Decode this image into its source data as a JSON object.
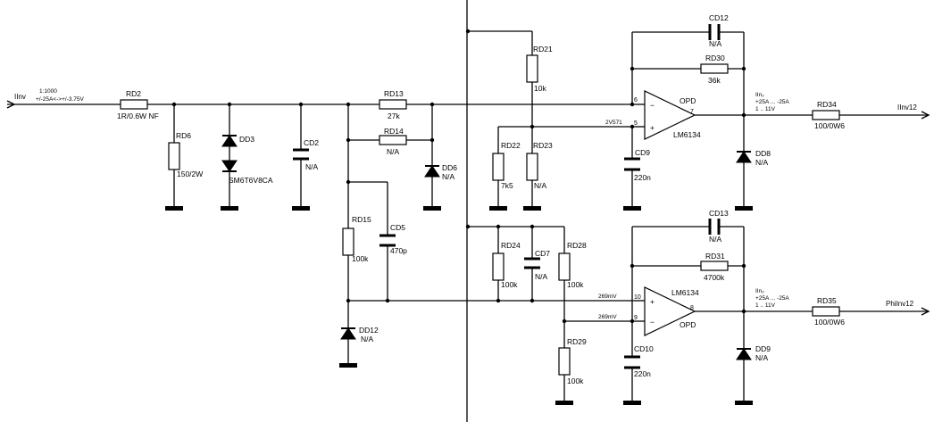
{
  "input": {
    "net": "IInv",
    "note1": "1:1000",
    "note2": "+/-25A<->+/-3.75V"
  },
  "outputs": {
    "out1": "IInv12",
    "out2": "PhiInv12",
    "range1a": "IIn₂",
    "range1b": "+25A ... -25A",
    "range1c": "1 .. 11V",
    "range2a": "IIn₂",
    "range2b": "+25A ... -25A",
    "range2c": "1 .. 11V"
  },
  "nets": {
    "v1": "2V571",
    "v2": "269mV",
    "v3": "269mV"
  },
  "opamps": {
    "u1_name": "OPD",
    "u1_part": "LM6134",
    "u1_p1": "6",
    "u1_p2": "5",
    "u1_out": "7",
    "u2_name": "OPD",
    "u2_part": "LM6134",
    "u2_p1": "10",
    "u2_p2": "9",
    "u2_out": "8"
  },
  "components": {
    "RD2": {
      "ref": "RD2",
      "value": "1R/0.6W NF"
    },
    "RD6": {
      "ref": "RD6",
      "value": "150/2W"
    },
    "DD3": {
      "ref": "DD3",
      "value": "SM6T6V8CA"
    },
    "CD2": {
      "ref": "CD2",
      "value": "N/A"
    },
    "RD13": {
      "ref": "RD13",
      "value": "27k"
    },
    "RD14": {
      "ref": "RD14",
      "value": "N/A"
    },
    "DD6": {
      "ref": "DD6",
      "value": "N/A"
    },
    "RD15": {
      "ref": "RD15",
      "value": "100k"
    },
    "CD5": {
      "ref": "CD5",
      "value": "470p"
    },
    "DD12": {
      "ref": "DD12",
      "value": "N/A"
    },
    "RD21": {
      "ref": "RD21",
      "value": "10k"
    },
    "RD22": {
      "ref": "RD22",
      "value": "7k5"
    },
    "RD23": {
      "ref": "RD23",
      "value": "N/A"
    },
    "CD9": {
      "ref": "CD9",
      "value": "220n"
    },
    "CD12": {
      "ref": "CD12",
      "value": "N/A"
    },
    "RD30": {
      "ref": "RD30",
      "value": "36k"
    },
    "RD34": {
      "ref": "RD34",
      "value": "100/0W6"
    },
    "DD8": {
      "ref": "DD8",
      "value": "N/A"
    },
    "RD24": {
      "ref": "RD24",
      "value": "100k"
    },
    "CD7": {
      "ref": "CD7",
      "value": "N/A"
    },
    "RD28": {
      "ref": "RD28",
      "value": "100k"
    },
    "RD29": {
      "ref": "RD29",
      "value": "100k"
    },
    "CD10": {
      "ref": "CD10",
      "value": "220n"
    },
    "CD13": {
      "ref": "CD13",
      "value": "N/A"
    },
    "RD31": {
      "ref": "RD31",
      "value": "4700k"
    },
    "RD35": {
      "ref": "RD35",
      "value": "100/0W6"
    },
    "DD9": {
      "ref": "DD9",
      "value": "N/A"
    }
  }
}
